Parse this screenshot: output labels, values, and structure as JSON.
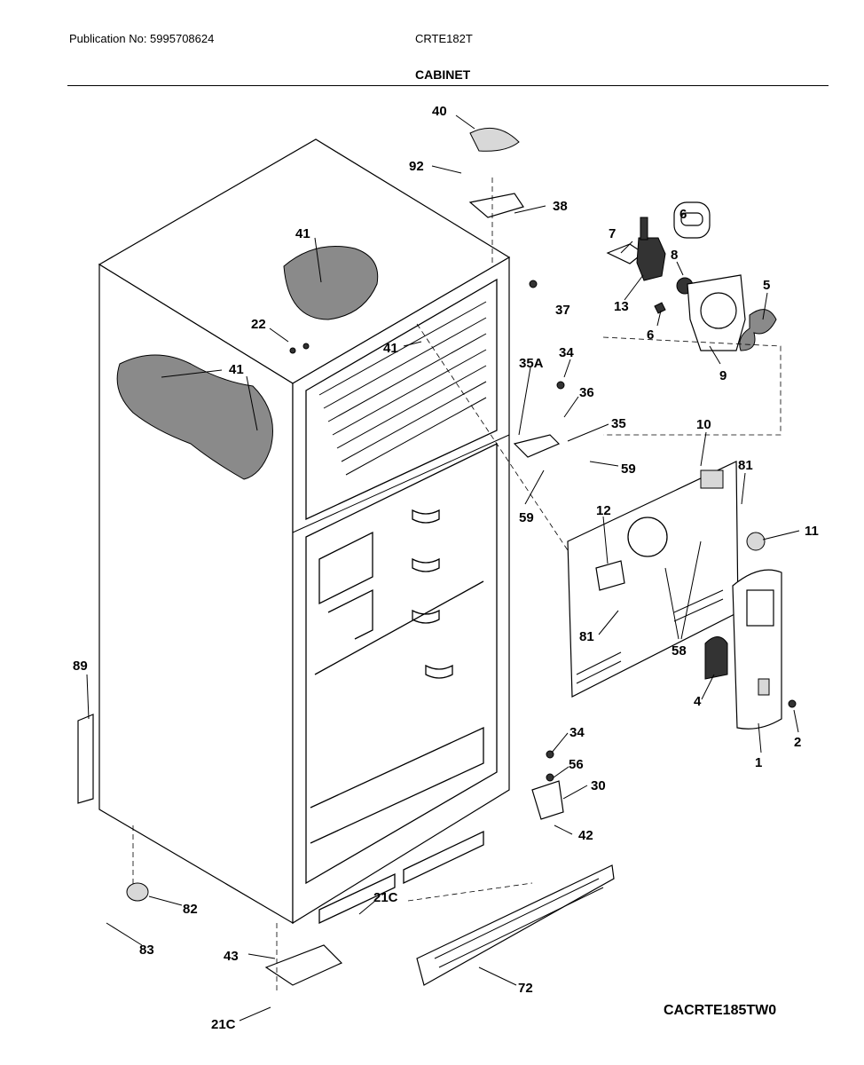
{
  "header": {
    "publication": "Publication No: 5995708624",
    "model": "CRTE182T",
    "section": "CABINET"
  },
  "figure_code": "CACRTE185TW0",
  "callouts": {
    "c1": "1",
    "c2": "2",
    "c4": "4",
    "c5": "5",
    "c6a": "6",
    "c6b": "6",
    "c7": "7",
    "c8": "8",
    "c9": "9",
    "c10": "10",
    "c11": "11",
    "c12": "12",
    "c13": "13",
    "c21c_a": "21C",
    "c21c_b": "21C",
    "c22": "22",
    "c30": "30",
    "c34a": "34",
    "c34b": "34",
    "c35": "35",
    "c35a": "35A",
    "c36": "36",
    "c37": "37",
    "c38": "38",
    "c40": "40",
    "c41a": "41",
    "c41b": "41",
    "c41c": "41",
    "c42": "42",
    "c43": "43",
    "c56": "56",
    "c58": "58",
    "c59a": "59",
    "c59b": "59",
    "c72": "72",
    "c81a": "81",
    "c81b": "81",
    "c82": "82",
    "c83": "83",
    "c89": "89",
    "c92": "92"
  }
}
